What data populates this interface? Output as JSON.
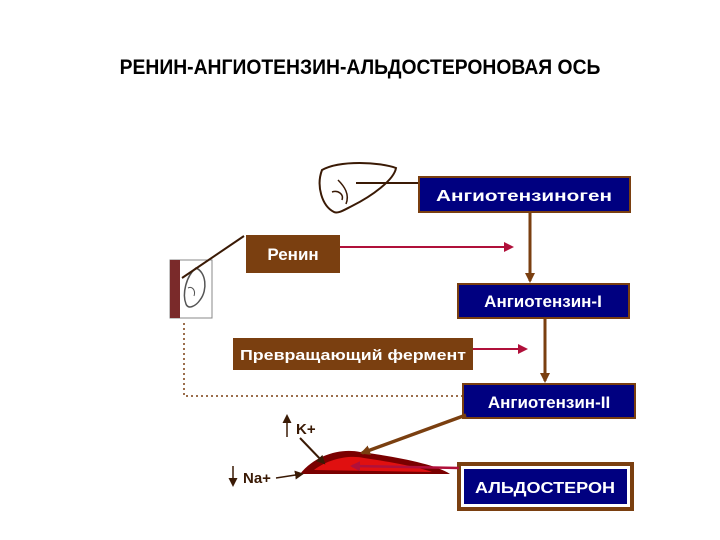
{
  "title": "РЕНИН-АНГИОТЕНЗИН-АЛЬДОСТЕРОНОВАЯ ОСЬ",
  "boxes": {
    "angiotensinogen": "Ангиотензиноген",
    "renin": "Ренин",
    "angiotensin1": "Ангиотензин-I",
    "enzyme": "Превращающий фермент",
    "angiotensin2": "Ангиотензин-II",
    "aldosterone": "АЛЬДОСТЕРОН"
  },
  "ions": {
    "potassium": "K+",
    "sodium": "Na+"
  },
  "colors": {
    "navy": "#000080",
    "brown": "#7a3f10",
    "crimson": "#b0103a",
    "red": "#e01010",
    "darkred": "#7a0000"
  }
}
